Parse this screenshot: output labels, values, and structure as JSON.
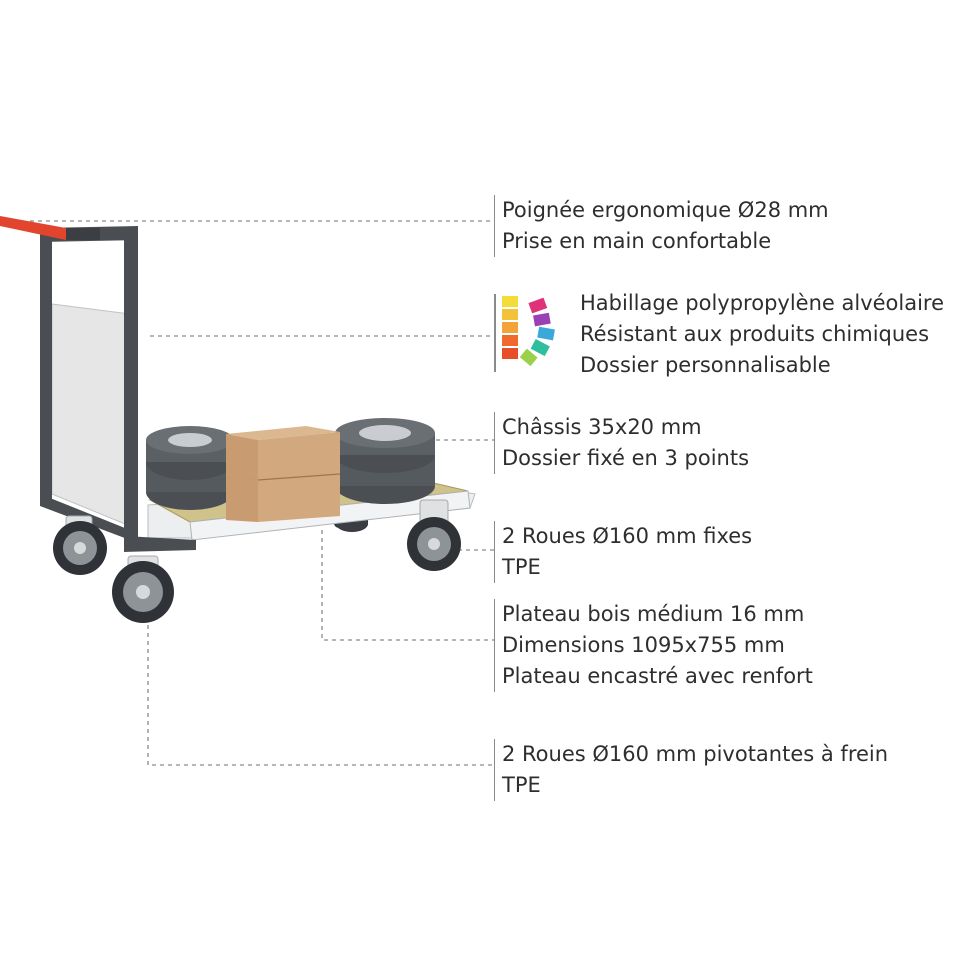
{
  "callouts": [
    {
      "id": "handle",
      "lines": [
        "Poignée ergonomique Ø28 mm",
        "Prise en main confortable"
      ]
    },
    {
      "id": "cladding",
      "icon": "color-palette-icon",
      "lines": [
        "Habillage polypropylène alvéolaire",
        "Résistant aux produits chimiques",
        "Dossier personnalisable"
      ]
    },
    {
      "id": "chassis",
      "lines": [
        "Châssis 35x20 mm",
        "Dossier fixé en 3 points"
      ]
    },
    {
      "id": "fixed-wheels",
      "lines": [
        "2 Roues Ø160 mm fixes",
        "TPE"
      ]
    },
    {
      "id": "platform",
      "lines": [
        "Plateau bois médium 16 mm",
        "Dimensions 1095x755 mm",
        "Plateau encastré avec renfort"
      ]
    },
    {
      "id": "swivel-wheels",
      "lines": [
        "2 Roues Ø160 mm pivotantes à frein",
        "TPE"
      ]
    }
  ],
  "colors": {
    "frame": "#4a4d52",
    "handle_grip": "#e2452e",
    "panel": "#e6e6e6",
    "platform_wood": "#cfc28a",
    "box": "#c9a07a",
    "tire": "#555a5f",
    "leader_line": "#8a8a8a",
    "palette": [
      "#f4dc3a",
      "#f2a33a",
      "#ef6a2c",
      "#e0327a",
      "#9b3fb5",
      "#3aa8d8",
      "#2fbf9e",
      "#9bd14a"
    ]
  }
}
